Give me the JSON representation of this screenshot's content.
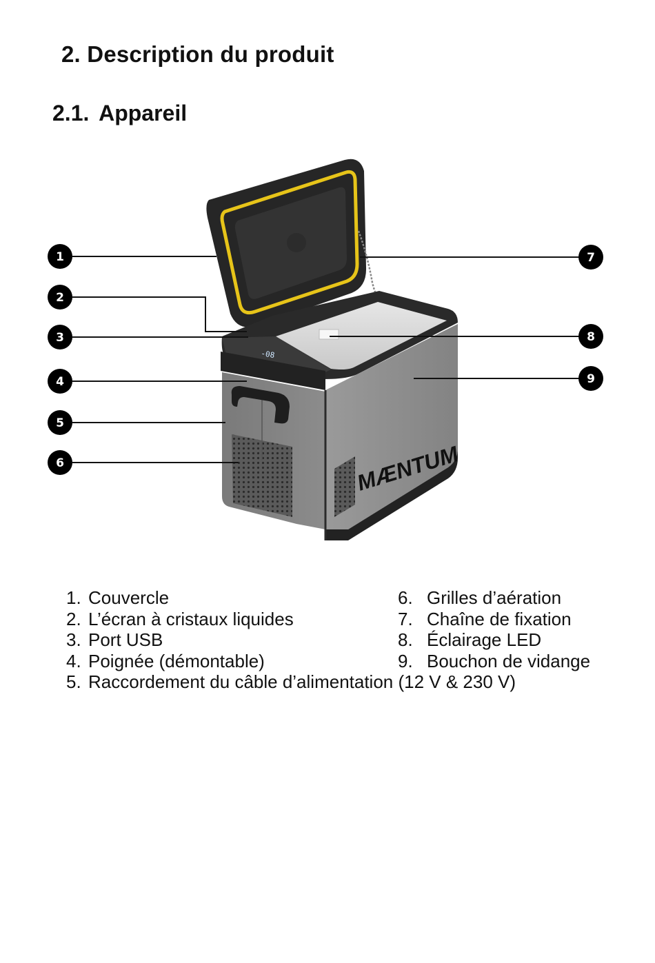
{
  "section_title": "2. Description du produit",
  "subsection_title": "2.1. Appareil",
  "brand_logo_text": "MÆNTUM",
  "display_readout": "-08",
  "callouts": [
    "1",
    "2",
    "3",
    "4",
    "5",
    "6",
    "7",
    "8",
    "9"
  ],
  "legend_left": [
    {
      "num": "1.",
      "label": "Couvercle"
    },
    {
      "num": "2.",
      "label": "L’écran à cristaux liquides"
    },
    {
      "num": "3.",
      "label": "Port USB"
    },
    {
      "num": "4.",
      "label": "Poignée (démontable)"
    }
  ],
  "legend_right": [
    {
      "num": "6.",
      "label": "Grilles d’aération"
    },
    {
      "num": "7.",
      "label": "Chaîne de fixation"
    },
    {
      "num": "8.",
      "label": "Éclairage LED"
    },
    {
      "num": "9.",
      "label": "Bouchon de vidange"
    }
  ],
  "legend_wide": {
    "num": "5.",
    "label": "Raccordement du câble d’alimentation (12 V & 230 V)"
  },
  "colors": {
    "gasket": "#e7c419",
    "body": "#8e8e8e",
    "trim": "#2a2a2a",
    "callout": "#000000"
  }
}
